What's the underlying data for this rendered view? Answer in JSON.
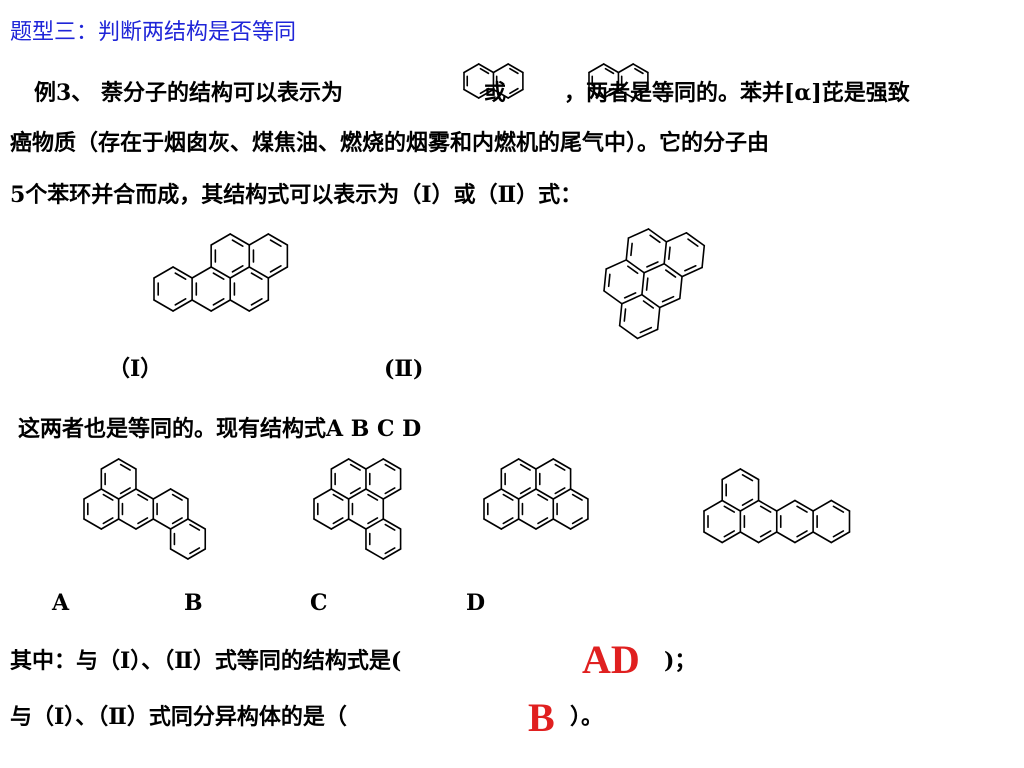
{
  "title": "题型三：判断两结构是否等同",
  "para1_a": "例3、 萘分子的结构可以表示为",
  "or_word": "或",
  "para1_b": "，两者是等同的。苯并[α]芘是强致",
  "para2": "癌物质（存在于烟囱灰、煤焦油、燃烧的烟雾和内燃机的尾气中）。它的分子由",
  "para3": "5个苯环并合而成，其结构式可以表示为（Ⅰ）或（Ⅱ）式：",
  "label_I": "（Ⅰ）",
  "label_II": "(Ⅱ)",
  "para4": "这两者也是等同的。现有结构式A  B  C  D",
  "options": [
    "A",
    "B",
    "C",
    "D"
  ],
  "q1": "其中：与（Ⅰ）、（Ⅱ）式等同的结构式是(",
  "q1_answer": "AD",
  "q1_end": ")；",
  "q2": "与（Ⅰ）、（Ⅱ）式同分异构体的是（",
  "q2_answer": "B",
  "q2_end": "）。",
  "answer_color": "#e02020",
  "title_color": "#1f25d8"
}
